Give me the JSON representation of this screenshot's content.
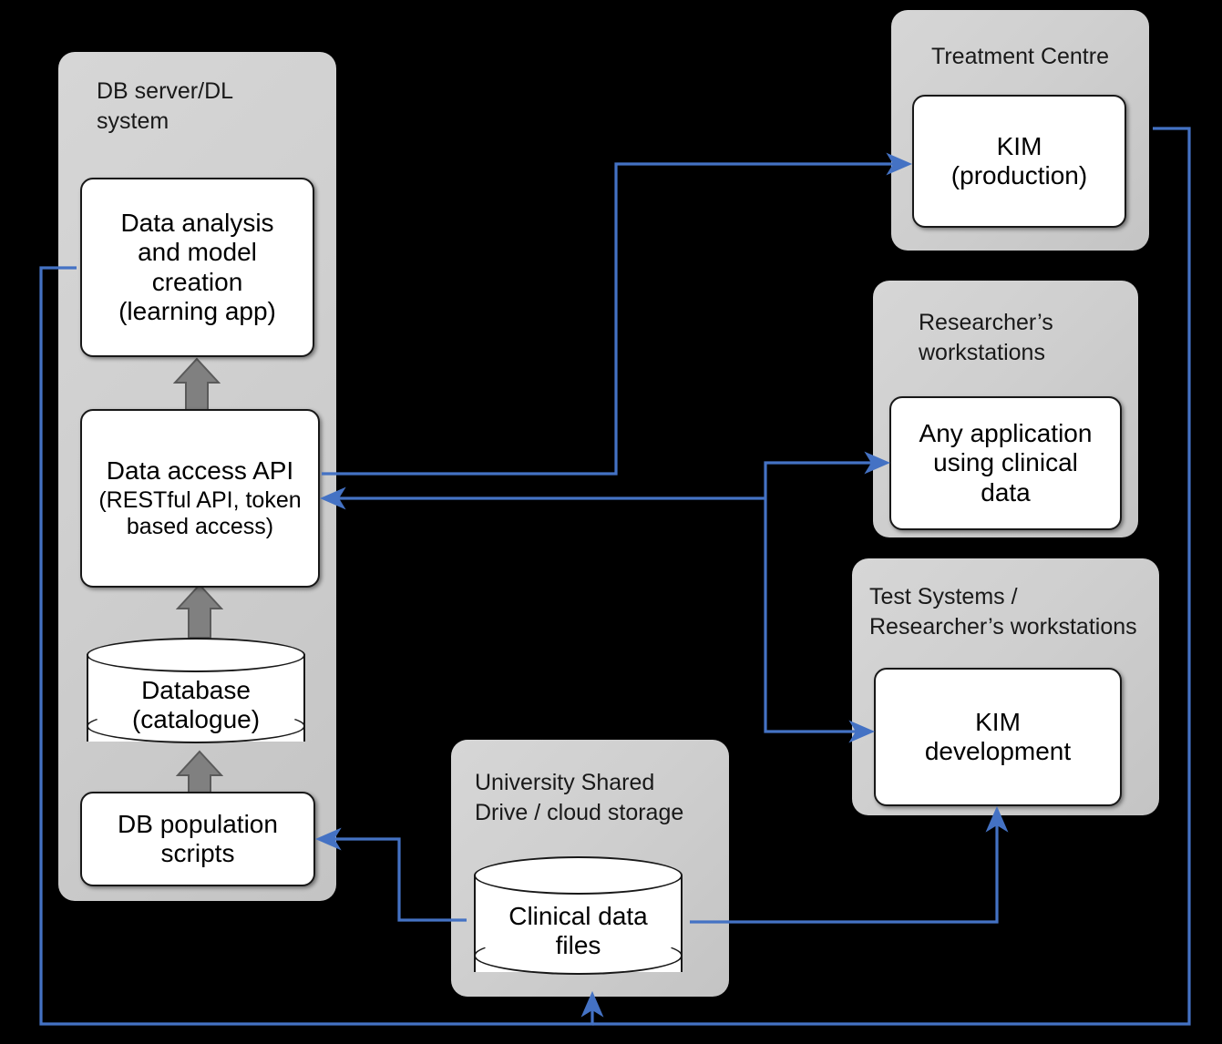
{
  "diagram": {
    "title": "System architecture: DB server / data access / clinical data flow",
    "colors": {
      "background": "#000000",
      "group_fill": "#cfcfcf",
      "node_fill": "#ffffff",
      "node_stroke": "#181818",
      "connector": "#4472c4",
      "block_arrow": "#808080"
    }
  },
  "groups": {
    "db_server": {
      "title": "DB server/DL\nsystem"
    },
    "treatment_centre": {
      "title": "Treatment Centre"
    },
    "researcher_workstations": {
      "title": "Researcher’s\nworkstations"
    },
    "test_systems": {
      "title": "Test Systems /\nResearcher’s workstations"
    },
    "university_drive": {
      "title": "University Shared\nDrive / cloud storage"
    }
  },
  "nodes": {
    "data_analysis": {
      "label": "Data analysis\nand model\ncreation\n(learning app)"
    },
    "data_access_api": {
      "label_main": "Data access API",
      "label_sub": "(RESTful API, token\nbased access)"
    },
    "database": {
      "label": "Database\n(catalogue)"
    },
    "db_population": {
      "label": "DB population\nscripts"
    },
    "kim_production": {
      "label": "KIM\n(production)"
    },
    "any_application": {
      "label": "Any application\nusing clinical\ndata"
    },
    "kim_development": {
      "label": "KIM\ndevelopment"
    },
    "clinical_data_files": {
      "label": "Clinical data\nfiles"
    }
  },
  "connectors": [
    {
      "name": "api-to-kim-production",
      "from": "data_access_api",
      "to": "kim_production",
      "style": "blue-arrow"
    },
    {
      "name": "api-to-any-application",
      "from": "data_access_api",
      "to": "any_application",
      "style": "blue-arrow"
    },
    {
      "name": "any-application-to-api",
      "from": "any_application",
      "to": "data_access_api",
      "style": "blue-arrow"
    },
    {
      "name": "api-branch-to-kim-development",
      "from": "data_access_api",
      "to": "kim_development",
      "style": "blue-arrow"
    },
    {
      "name": "clinical-files-to-db-population",
      "from": "clinical_data_files",
      "to": "db_population",
      "style": "blue-arrow"
    },
    {
      "name": "clinical-files-to-kim-development",
      "from": "clinical_data_files",
      "to": "kim_development",
      "style": "blue-arrow"
    },
    {
      "name": "data-analysis-to-clinical-files",
      "from": "data_analysis",
      "to": "clinical_data_files",
      "style": "blue-arrow"
    },
    {
      "name": "kim-production-to-bottom-bus",
      "from": "kim_production",
      "to": "clinical_data_files",
      "style": "blue-line"
    },
    {
      "name": "db-population-to-database",
      "from": "db_population",
      "to": "database",
      "style": "grey-block-arrow"
    },
    {
      "name": "database-to-api",
      "from": "database",
      "to": "data_access_api",
      "style": "grey-block-arrow"
    },
    {
      "name": "api-to-data-analysis",
      "from": "data_access_api",
      "to": "data_analysis",
      "style": "grey-block-arrow"
    }
  ]
}
